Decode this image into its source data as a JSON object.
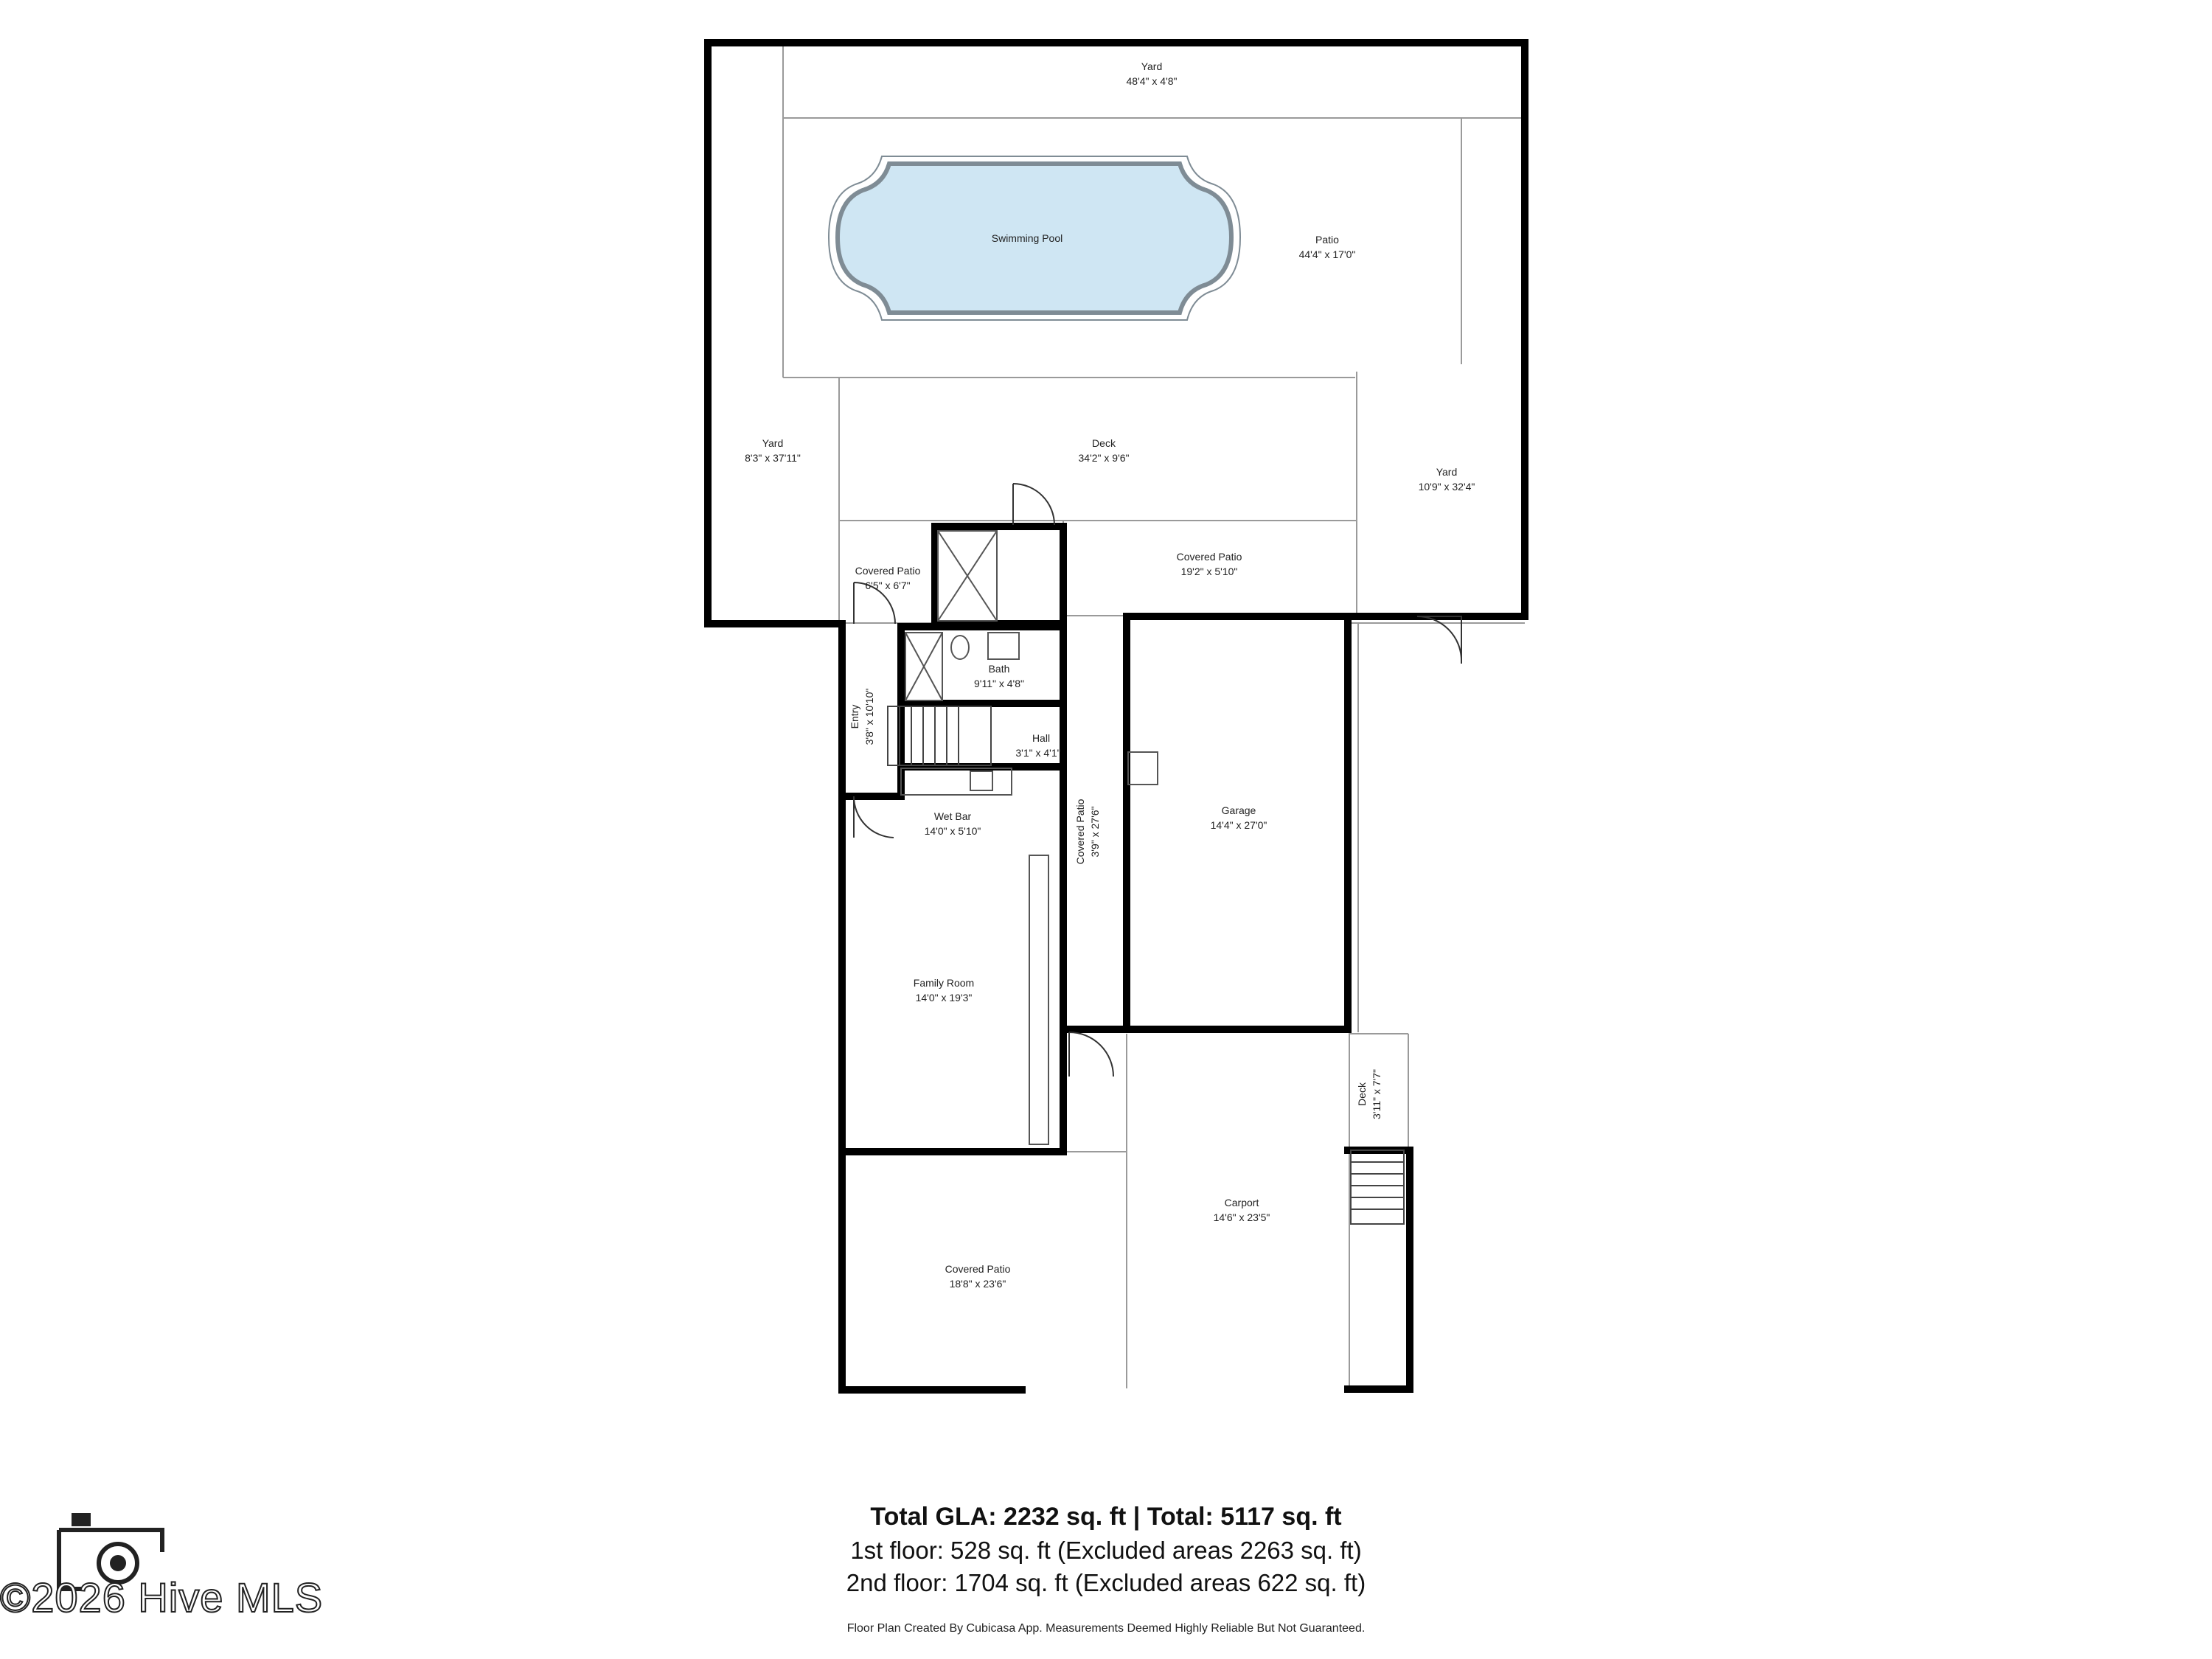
{
  "rooms": {
    "yard_top": {
      "name": "Yard",
      "size": "48'4\" x 4'8\""
    },
    "pool": {
      "name": "Swimming Pool"
    },
    "patio": {
      "name": "Patio",
      "size": "44'4\" x 17'0\""
    },
    "yard_left": {
      "name": "Yard",
      "size": "8'3\" x 37'11\""
    },
    "deck": {
      "name": "Deck",
      "size": "34'2\" x 9'6\""
    },
    "yard_right": {
      "name": "Yard",
      "size": "10'9\" x 32'4\""
    },
    "covered_patio_small": {
      "name": "Covered Patio",
      "size": "6'5\" x 6'7\""
    },
    "covered_patio_top": {
      "name": "Covered Patio",
      "size": "19'2\" x 5'10\""
    },
    "bath": {
      "name": "Bath",
      "size": "9'11\" x 4'8\""
    },
    "entry": {
      "name": "Entry",
      "size": "3'8\" x 10'10\""
    },
    "hall": {
      "name": "Hall",
      "size": "3'1\" x 4'1\""
    },
    "wet_bar": {
      "name": "Wet Bar",
      "size": "14'0\" x 5'10\""
    },
    "covered_patio_narrow": {
      "name": "Covered Patio",
      "size": "3'9\" x 27'6\""
    },
    "garage": {
      "name": "Garage",
      "size": "14'4\" x 27'0\""
    },
    "family_room": {
      "name": "Family Room",
      "size": "14'0\" x 19'3\""
    },
    "deck_small": {
      "name": "Deck",
      "size": "3'11\" x 7'7\""
    },
    "carport": {
      "name": "Carport",
      "size": "14'6\" x 23'5\""
    },
    "covered_patio_bottom": {
      "name": "Covered Patio",
      "size": "18'8\" x 23'6\""
    }
  },
  "summary": {
    "total": "Total GLA: 2232 sq. ft | Total: 5117 sq. ft",
    "first_floor": "1st floor: 528 sq. ft (Excluded areas 2263 sq. ft)",
    "second_floor": "2nd floor: 1704 sq. ft (Excluded areas 622 sq. ft)",
    "disclaimer": "Floor Plan Created By Cubicasa App. Measurements Deemed Highly Reliable But Not Guaranteed."
  },
  "watermark": {
    "text": "©2026 Hive MLS"
  },
  "colors": {
    "wall": "#000000",
    "thin_line": "#9a9a9a",
    "pool_fill": "#cfe6f3",
    "pool_edge": "#7f8c95"
  }
}
